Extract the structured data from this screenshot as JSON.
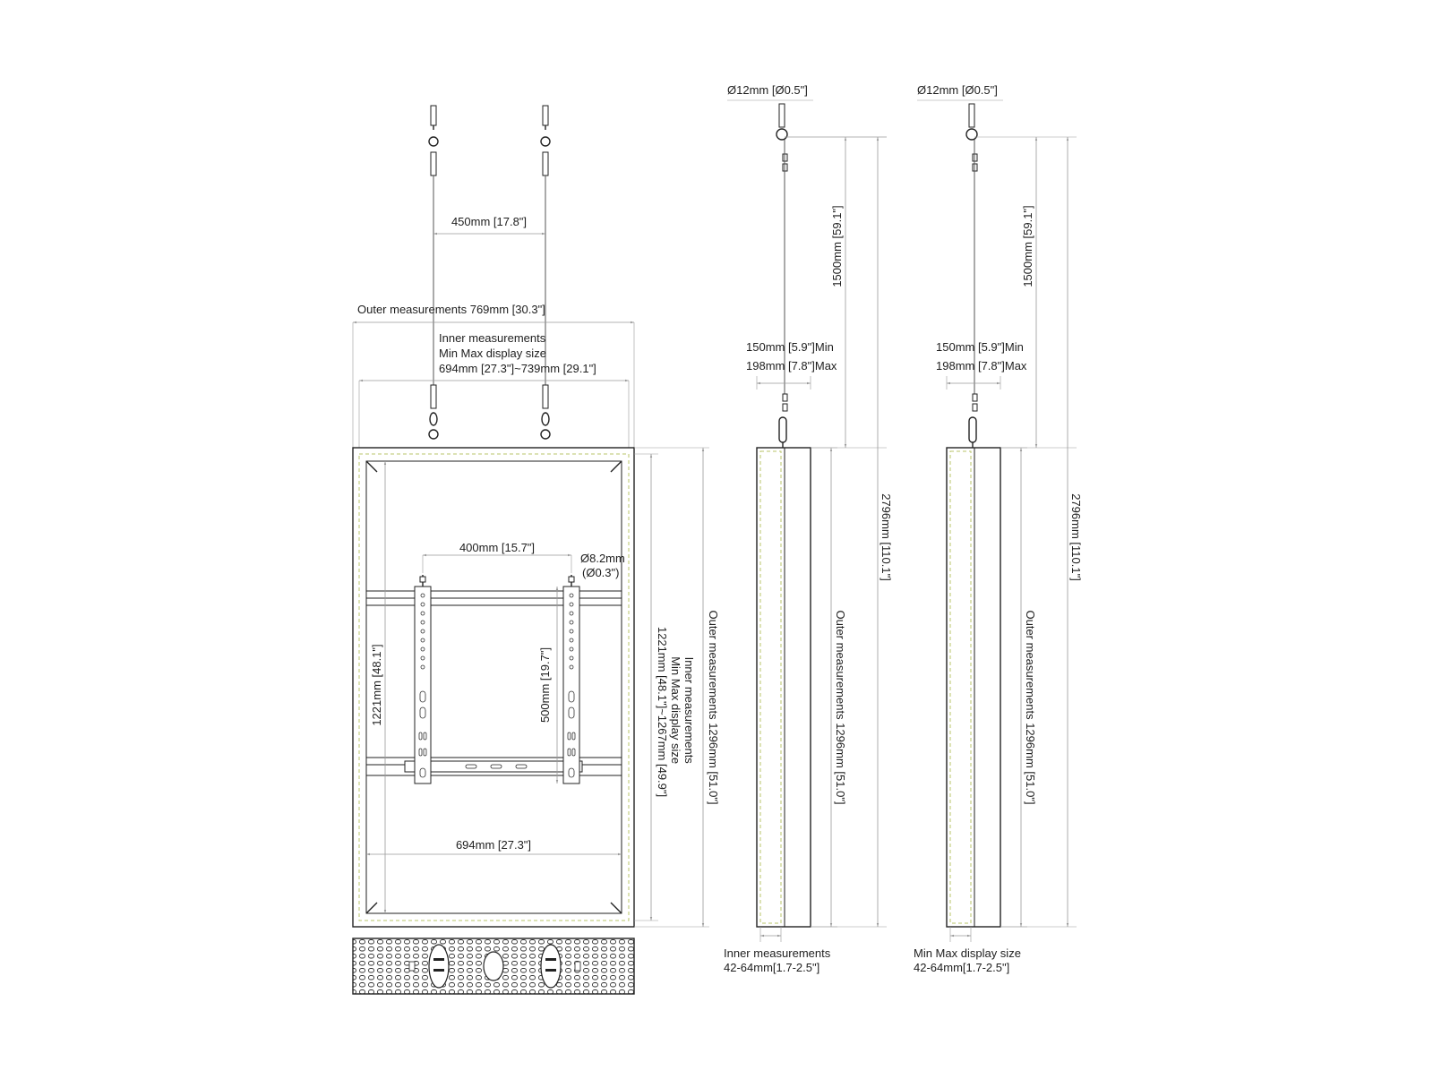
{
  "front_view": {
    "cable_spacing": "450mm [17.8\"]",
    "outer_width": "Outer measurements 769mm [30.3\"]",
    "inner_width_lines": [
      "Inner measurements",
      "Min Max display size",
      "694mm [27.3\"]~739mm [29.1\"]"
    ],
    "bracket_spacing": "400mm [15.7\"]",
    "hole_diameter_lines": [
      "Ø8.2mm",
      "(Ø0.3\")"
    ],
    "bracket_height": "500mm [19.7\"]",
    "inner_height_min": "1221mm [48.1\"]",
    "inner_width_min": "694mm [27.3\"]",
    "inner_height_lines": [
      "Inner measurements",
      "Min Max display size",
      "1221mm [48.1\"]~1267mm [49.9\"]"
    ],
    "outer_height": "Outer measurements 1296mm [51.0\"]"
  },
  "side_views": [
    {
      "hook_diameter": "Ø12mm [Ø0.5\"]",
      "cable_length": "1500mm [59.1\"]",
      "gap_min": "150mm [5.9\"]Min",
      "gap_max": "198mm [7.8\"]Max",
      "total_height": "2796mm [110.1\"]",
      "outer_height": "Outer measurements 1296mm [51.0\"]",
      "depth_label": "Inner measurements",
      "depth_value": "42-64mm[1.7-2.5\"]"
    },
    {
      "hook_diameter": "Ø12mm [Ø0.5\"]",
      "cable_length": "1500mm [59.1\"]",
      "gap_min": "150mm [5.9\"]Min",
      "gap_max": "198mm [7.8\"]Max",
      "total_height": "2796mm [110.1\"]",
      "outer_height": "Outer measurements 1296mm [51.0\"]",
      "depth_label": "Min Max display size",
      "depth_value": "42-64mm[1.7-2.5\"]"
    }
  ],
  "colors": {
    "line": "#222222",
    "dimension": "#9a9a9a",
    "display_outline": "#b8c46a"
  }
}
